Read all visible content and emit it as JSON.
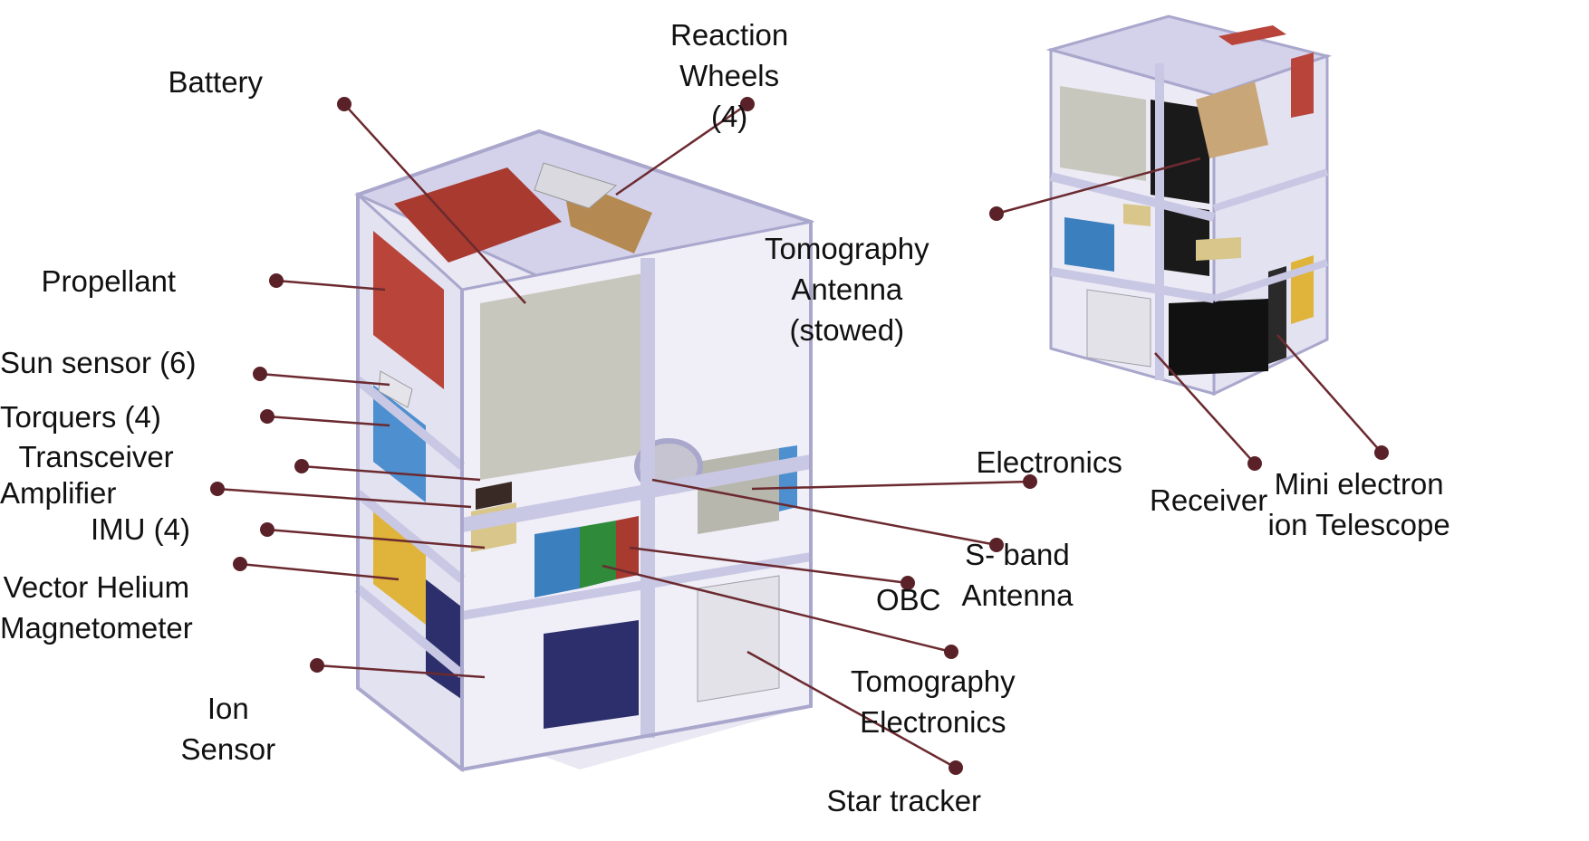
{
  "labels": {
    "battery": "Battery",
    "reaction_wheels": [
      "Reaction",
      "Wheels",
      "(4)"
    ],
    "propellant": "Propellant",
    "sun_sensor": "Sun sensor (6)",
    "torquers": "Torquers (4)",
    "transceiver": "Transceiver",
    "amplifier": "Amplifier",
    "imu": "IMU (4)",
    "vector_helium_magnetometer": [
      "Vector Helium",
      "Magnetometer"
    ],
    "ion_sensor": [
      "Ion",
      "Sensor"
    ],
    "tomography_antenna": [
      "Tomography",
      "Antenna",
      "(stowed)"
    ],
    "electronics": "Electronics",
    "s_band_antenna": [
      "S- band",
      "Antenna"
    ],
    "obc": "OBC",
    "tomography_electronics": [
      "Tomography",
      "Electronics"
    ],
    "star_tracker": "Star tracker",
    "receiver": "Receiver",
    "mini_electron_ion_telescope": [
      "Mini electron",
      "ion Telescope"
    ]
  },
  "colors": {
    "frame": "#c9c8e4",
    "frame_edge": "#a9a7cc",
    "propellant": "#b8443a",
    "battery_top": "#a83a30",
    "panel_grey": "#c8c7bd",
    "torquer_blue": "#4d8fcf",
    "magnetometer_yellow": "#e0b43a",
    "ion_navy": "#2c2f6b",
    "board_green": "#2f8a3a",
    "obc_red": "#a83a30",
    "amplifier_gold": "#d8c68a",
    "leader": "#6b2a30",
    "dot": "#5a2228"
  }
}
